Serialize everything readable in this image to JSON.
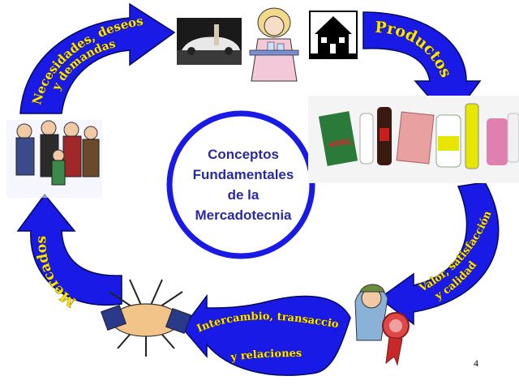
{
  "center": {
    "line1": "Conceptos",
    "line2": "Fundamentales",
    "line3": "de la",
    "line4": "Mercadotecnia"
  },
  "arrows": {
    "necesidades_line1": "Necesidades, deseos",
    "necesidades_line2": "y demandas",
    "productos": "Productos",
    "valor_line1": "Valor, satisfacción",
    "valor_line2": "y calidad",
    "intercambio_line1": "Intercambio, transacciones",
    "intercambio_line2": "y relaciones",
    "mercados": "Mercados"
  },
  "product_labels": {
    "ariel": "ARIEL"
  },
  "page_number": "4",
  "colors": {
    "arrow_blue": "#1a1ae6",
    "arrow_text": "#ffe600",
    "center_ring": "#1a1ae6",
    "center_text": "#2a2aa0"
  }
}
